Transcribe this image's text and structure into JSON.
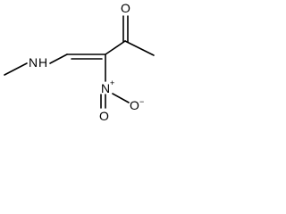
{
  "structure": {
    "atoms": {
      "amine_n": "N",
      "amine_h": "H",
      "carbonyl_o": "O",
      "nitro_n": "N",
      "nitro_o_right": "O",
      "nitro_o_bottom": "O"
    },
    "charges": {
      "nitro_n_plus": "+",
      "nitro_o_minus": "−"
    }
  },
  "colors": {
    "bond": "#000000",
    "label": "#000000",
    "background": "#ffffff"
  }
}
